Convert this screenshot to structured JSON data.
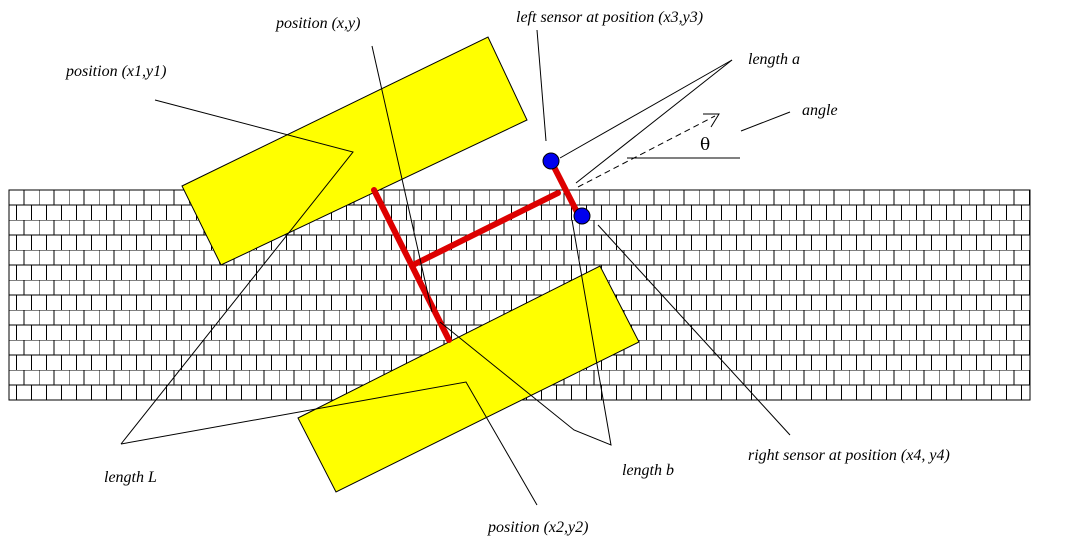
{
  "labels": {
    "position_xy": "position (x,y)",
    "left_sensor": "left sensor at position (x3,y3)",
    "position_x1y1": "position (x1,y1)",
    "length_a": "length  a",
    "angle": "angle",
    "theta": "θ",
    "right_sensor": "right sensor at position (x4, y4)",
    "length_L": "length L",
    "length_b": "length  b",
    "position_x2y2": "position (x2,y2)"
  },
  "colors": {
    "wheel": "#ffff00",
    "robot_body": "#dd0000",
    "sensor": "#0000ee",
    "brick_line": "#000000"
  }
}
